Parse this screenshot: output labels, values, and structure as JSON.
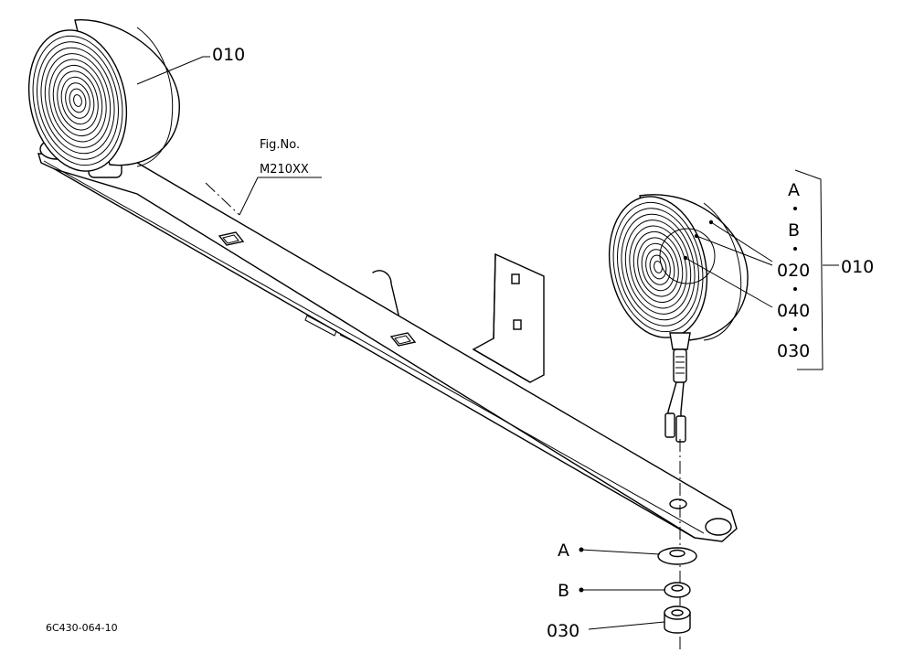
{
  "labels": {
    "lamp_left": "010",
    "figure_ref_line1": "Fig.No.",
    "figure_ref_line2": "M210XX",
    "assembly": "010",
    "kit_a": "A",
    "kit_b": "B",
    "kit_020": "020",
    "kit_040": "040",
    "kit_030": "030",
    "washer_a": "A",
    "washer_b": "B",
    "nut": "030",
    "drawing_id": "6C430-064-10"
  }
}
